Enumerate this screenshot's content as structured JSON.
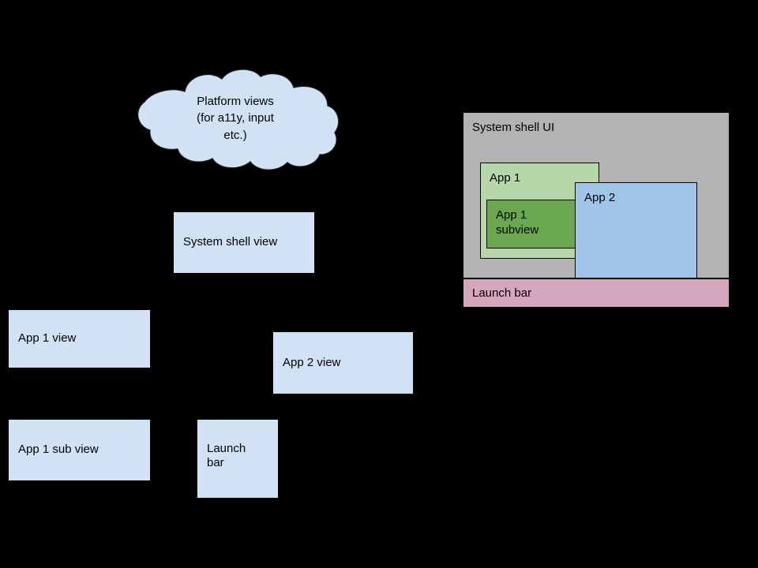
{
  "diagram": {
    "background_color": "#000000",
    "view_fill": "#d0e2f3",
    "shell_fill": "#b3b3b3",
    "app1_fill": "#b6d7a8",
    "subview_fill": "#6aa84f",
    "app2_fill": "#9fc5e8",
    "launchbar_fill": "#d5a6bd"
  },
  "view_tree": {
    "cloud": {
      "label": "Platform views\n(for a11y, input\netc.)"
    },
    "nodes": [
      {
        "label": "System shell view"
      },
      {
        "label": "App 1 view"
      },
      {
        "label": "App 2 view"
      },
      {
        "label": "App 1 sub view"
      },
      {
        "label": "Launch\nbar"
      }
    ]
  },
  "rendered_ui": {
    "shell_label": "System shell UI",
    "windows": [
      {
        "label": "App 1"
      },
      {
        "label": "App 1\nsubview"
      },
      {
        "label": "App 2"
      }
    ],
    "launch_bar_label": "Launch bar"
  }
}
